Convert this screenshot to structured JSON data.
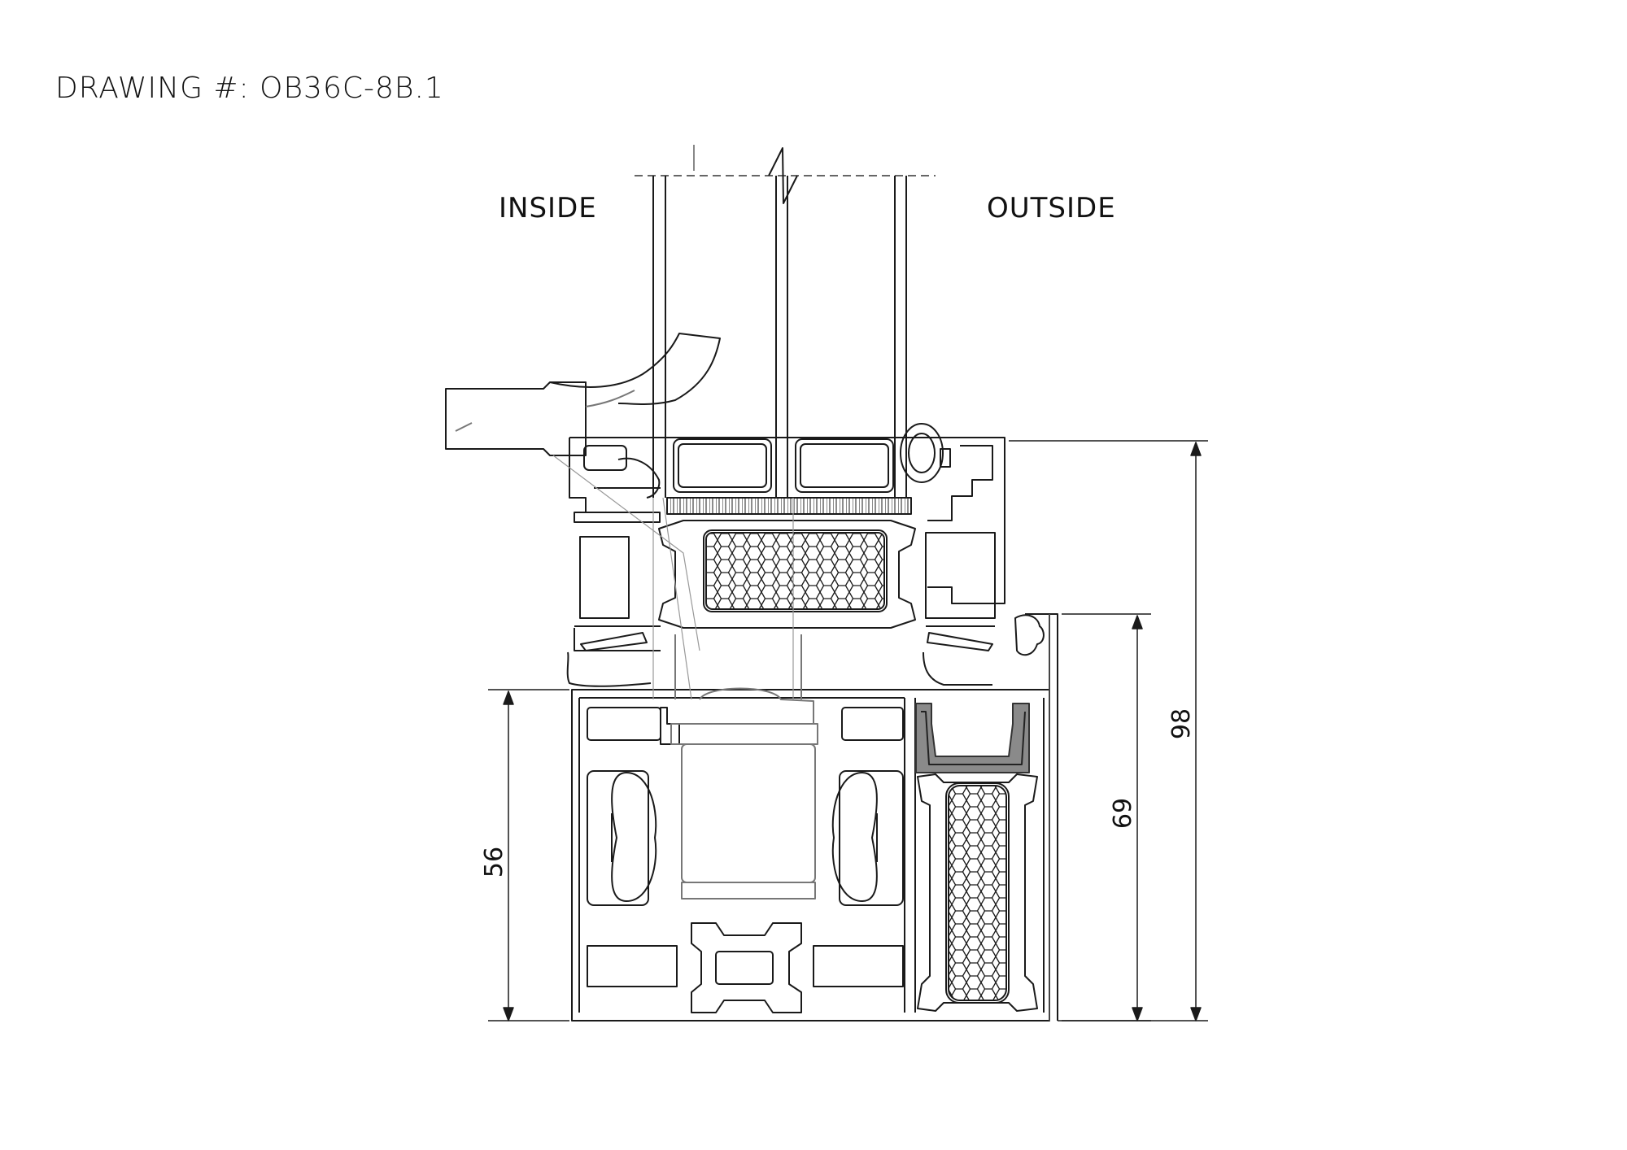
{
  "drawing": {
    "title": "DRAWING #: OB36C-8B.1",
    "labels": {
      "inside": "INSIDE",
      "outside": "OUTSIDE"
    },
    "dimensions": [
      {
        "id": "dim-56",
        "value": "56"
      },
      {
        "id": "dim-69",
        "value": "69"
      },
      {
        "id": "dim-98",
        "value": "98"
      }
    ],
    "colors": {
      "line": "#1a1a1a",
      "gasket": "#555555",
      "guide": "#999999"
    }
  }
}
